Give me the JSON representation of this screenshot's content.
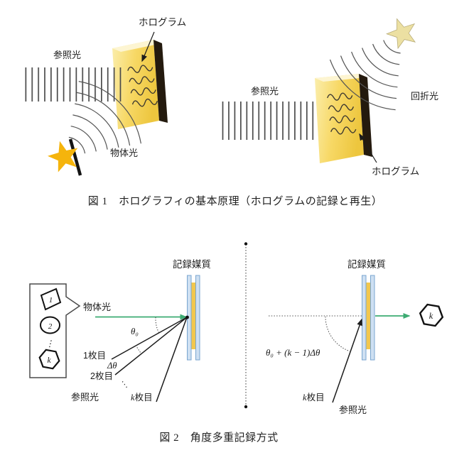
{
  "figure1": {
    "caption": "図 1　ホログラフィの基本原理（ホログラムの記録と再生）",
    "recording": {
      "hologram_label": "ホログラム",
      "reference_light_label": "参照光",
      "object_light_label": "物体光"
    },
    "reconstruction": {
      "reference_light_label": "参照光",
      "diffracted_light_label": "回折光",
      "hologram_label": "ホログラム"
    }
  },
  "figure2": {
    "caption": "図 2　角度多重記録方式",
    "recording": {
      "medium_label": "記録媒質",
      "object_light_label": "物体光",
      "reference_light_label": "参照光",
      "theta0_label": "θ₀",
      "delta_theta_label": "Δθ",
      "sheet1_label": "1枚目",
      "sheet2_label": "2枚目",
      "sheet_k_italic": "k",
      "sheet_k_suffix": "枚目",
      "between_dots": "⋱",
      "callout": {
        "item1": "1",
        "item2": "2",
        "ellipsis": "⋮",
        "item_k": "k"
      }
    },
    "readout": {
      "medium_label": "記録媒質",
      "angle_label": "θ₀ + (k − 1)Δθ",
      "sheet_k_italic": "k",
      "sheet_k_suffix": "枚目",
      "reference_light_label": "参照光",
      "output_symbol": "k"
    }
  },
  "colors": {
    "plate_gold_light": "#fbeead",
    "plate_gold_dark": "#edc63e",
    "plate_edge_dark": "#241a0e",
    "star_gold": "#f5b40c",
    "star_pale": "#ece0a2",
    "medium_glass_blue": "#cfe0f2",
    "medium_glass_border": "#7aa6d0",
    "medium_core_yellow": "#f2c74e",
    "beam_green": "#3cab72",
    "line_dark": "#1c1c1c"
  }
}
